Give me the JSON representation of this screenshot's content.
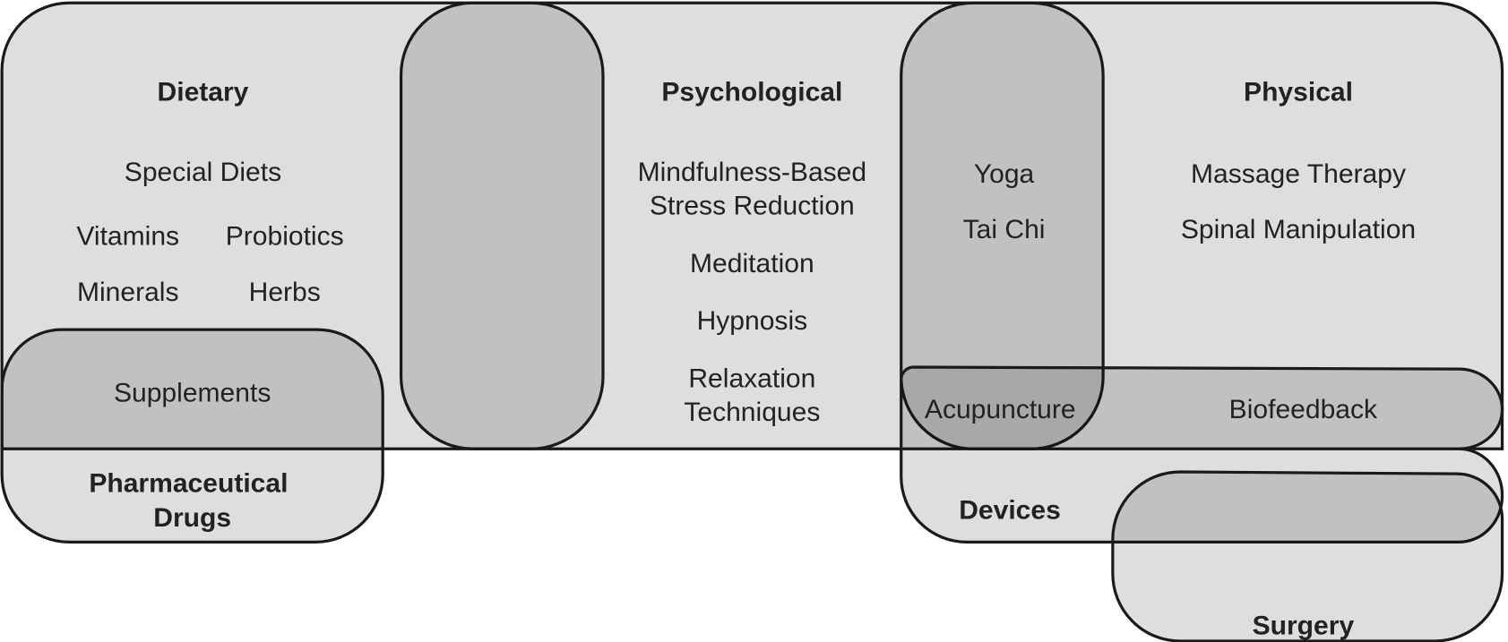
{
  "categories": {
    "dietary": {
      "title": "Dietary",
      "items": [
        "Special Diets",
        "Vitamins",
        "Probiotics",
        "Minerals",
        "Herbs"
      ]
    },
    "psychological": {
      "title": "Psychological",
      "items": [
        "Mindfulness-Based",
        "Stress Reduction",
        "Meditation",
        "Hypnosis",
        "Relaxation",
        "Techniques"
      ]
    },
    "physical": {
      "title": "Physical",
      "items": [
        "Massage Therapy",
        "Spinal Manipulation"
      ]
    },
    "pharmaceutical": {
      "title_line1": "Pharmaceutical",
      "title_line2": "Drugs"
    },
    "devices": {
      "title": "Devices"
    },
    "surgery": {
      "title": "Surgery"
    }
  },
  "overlaps": {
    "dietary_pharmaceutical": "Supplements",
    "psychological_physical": [
      "Yoga",
      "Tai Chi"
    ],
    "physical_devices": "Biofeedback",
    "psych_physical_devices": "Acupuncture"
  }
}
